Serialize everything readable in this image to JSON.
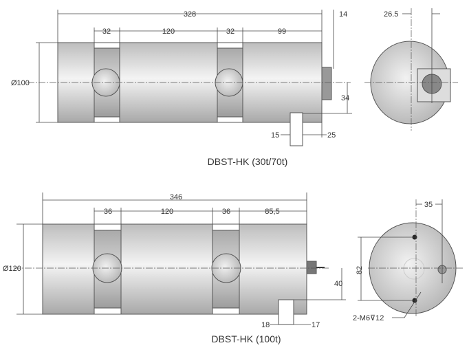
{
  "top": {
    "title": "DBST-HK (30t/70t)",
    "overall": "328",
    "seg1": "32",
    "seg2": "120",
    "seg3": "32",
    "seg4": "99",
    "connector": "14",
    "diameter": "Ø100",
    "height": "34",
    "slot": "15",
    "slot_end": "25",
    "end_offset": "26.5"
  },
  "bottom": {
    "title": "DBST-HK (100t)",
    "overall": "346",
    "seg1": "36",
    "seg2": "120",
    "seg3": "36",
    "seg4": "85,5",
    "diameter": "Ø120",
    "height": "40",
    "slot": "18",
    "slot_end": "17",
    "end_offset": "35",
    "hole_spacing": "82",
    "thread": "2-M6⊽12"
  }
}
